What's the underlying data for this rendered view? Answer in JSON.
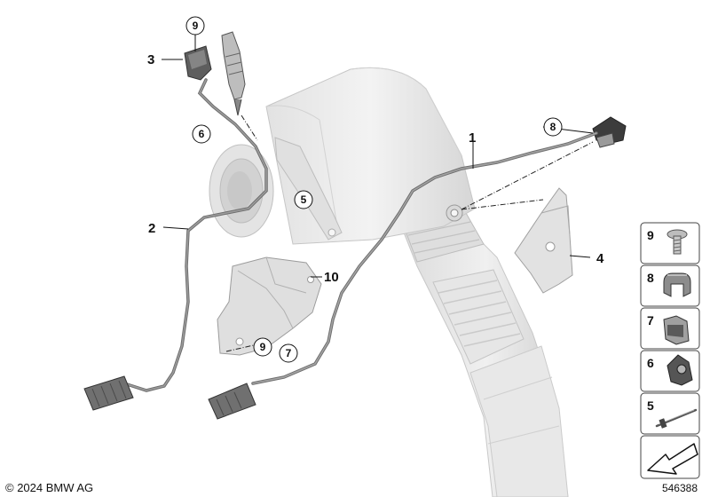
{
  "callouts": {
    "c1": "1",
    "c2": "2",
    "c3": "3",
    "c4": "4",
    "c10": "10"
  },
  "circled": {
    "c9_top": "9",
    "c6": "6",
    "c5": "5",
    "c8": "8",
    "c9_bracket": "9",
    "c7": "7"
  },
  "legend": [
    "9",
    "8",
    "7",
    "6",
    "5"
  ],
  "footer": {
    "copyright": "© 2024 BMW AG",
    "diagram_id": "546388"
  }
}
